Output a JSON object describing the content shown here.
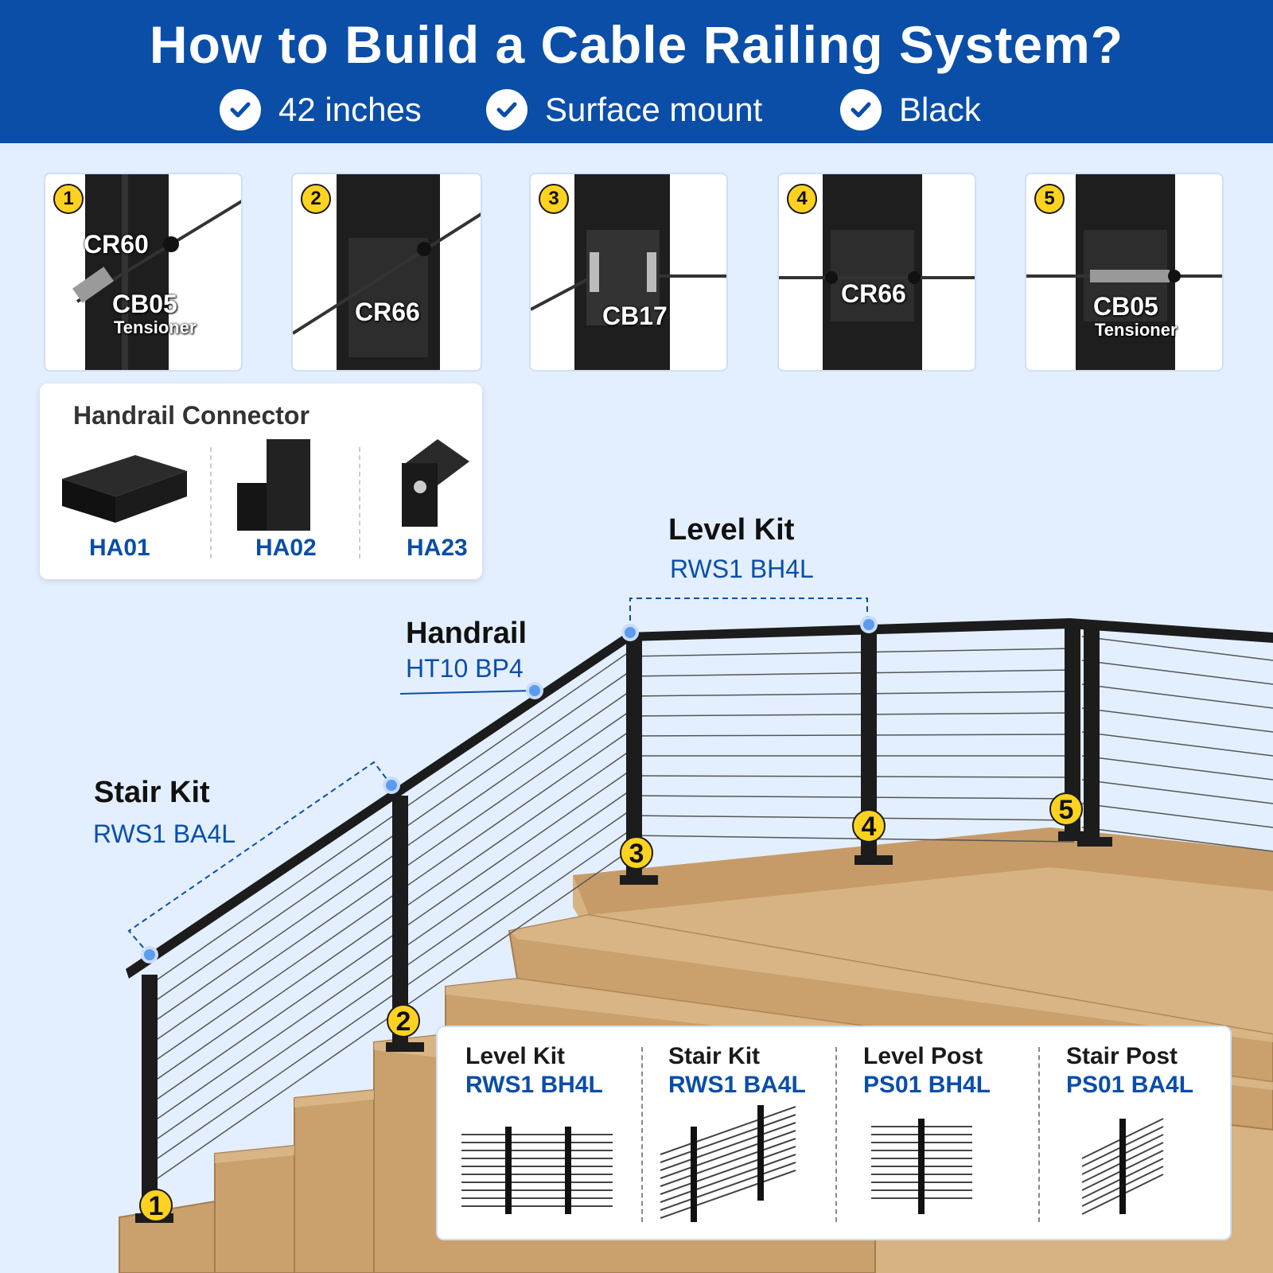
{
  "banner": {
    "title": "How to Build a Cable Railing System?",
    "features": [
      "42 inches",
      "Surface mount",
      "Black"
    ]
  },
  "steps": [
    {
      "num": "1",
      "label": "CR60",
      "part": "CB05",
      "sub": "Tensioner"
    },
    {
      "num": "2",
      "label": "CR66"
    },
    {
      "num": "3",
      "label": "CB17"
    },
    {
      "num": "4",
      "label": "CR66"
    },
    {
      "num": "5",
      "part": "CB05",
      "sub": "Tensioner"
    }
  ],
  "handrail_connector": {
    "title": "Handrail Connector",
    "items": [
      "HA01",
      "HA02",
      "HA23"
    ]
  },
  "callouts": {
    "level_kit": {
      "title": "Level Kit",
      "code": "RWS1 BH4L"
    },
    "handrail": {
      "title": "Handrail",
      "code": "HT10 BP4"
    },
    "stair_kit": {
      "title": "Stair Kit",
      "code": "RWS1 BA4L"
    }
  },
  "post_markers": [
    "1",
    "2",
    "3",
    "4",
    "5"
  ],
  "products": [
    {
      "title": "Level Kit",
      "code": "RWS1 BH4L"
    },
    {
      "title": "Stair Kit",
      "code": "RWS1 BA4L"
    },
    {
      "title": "Level Post",
      "code": "PS01 BH4L"
    },
    {
      "title": "Stair Post",
      "code": "PS01 BA4L"
    }
  ],
  "colors": {
    "brand_blue": "#0a4ea8",
    "marker_yellow": "#ffd21f",
    "background": "#e3efff",
    "wood": "#c9a272",
    "post": "#1c1c1c"
  }
}
